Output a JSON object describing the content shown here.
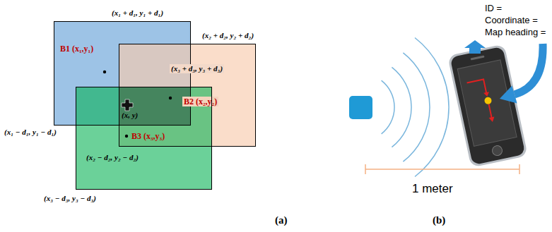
{
  "diagram": {
    "nodes": [
      {
        "text": [
          "B1 (x₁,y₁)"
        ]
      },
      {
        "text": [
          "B2 (x₂,y₂)"
        ]
      },
      {
        "text": [
          "B3 (x₃,y₃)"
        ]
      }
    ],
    "edges": [],
    "labels": [
      "(x₁ + d₁, y₁ + d₁)",
      "(x₂ + d₂, y₂ + d₂)",
      "(x₃ + d₃, y₃ + d₃)",
      "(x₁ − d₁, y₁ − d₁)",
      "(x, y)",
      "(x₂ − d₂, y₂ − d₂)",
      "(x₃ − d₃, y₃ − d₃)",
      "ID =",
      "Coordinate =",
      "Map heading =",
      "1 meter",
      "(a)",
      "(b)"
    ]
  }
}
